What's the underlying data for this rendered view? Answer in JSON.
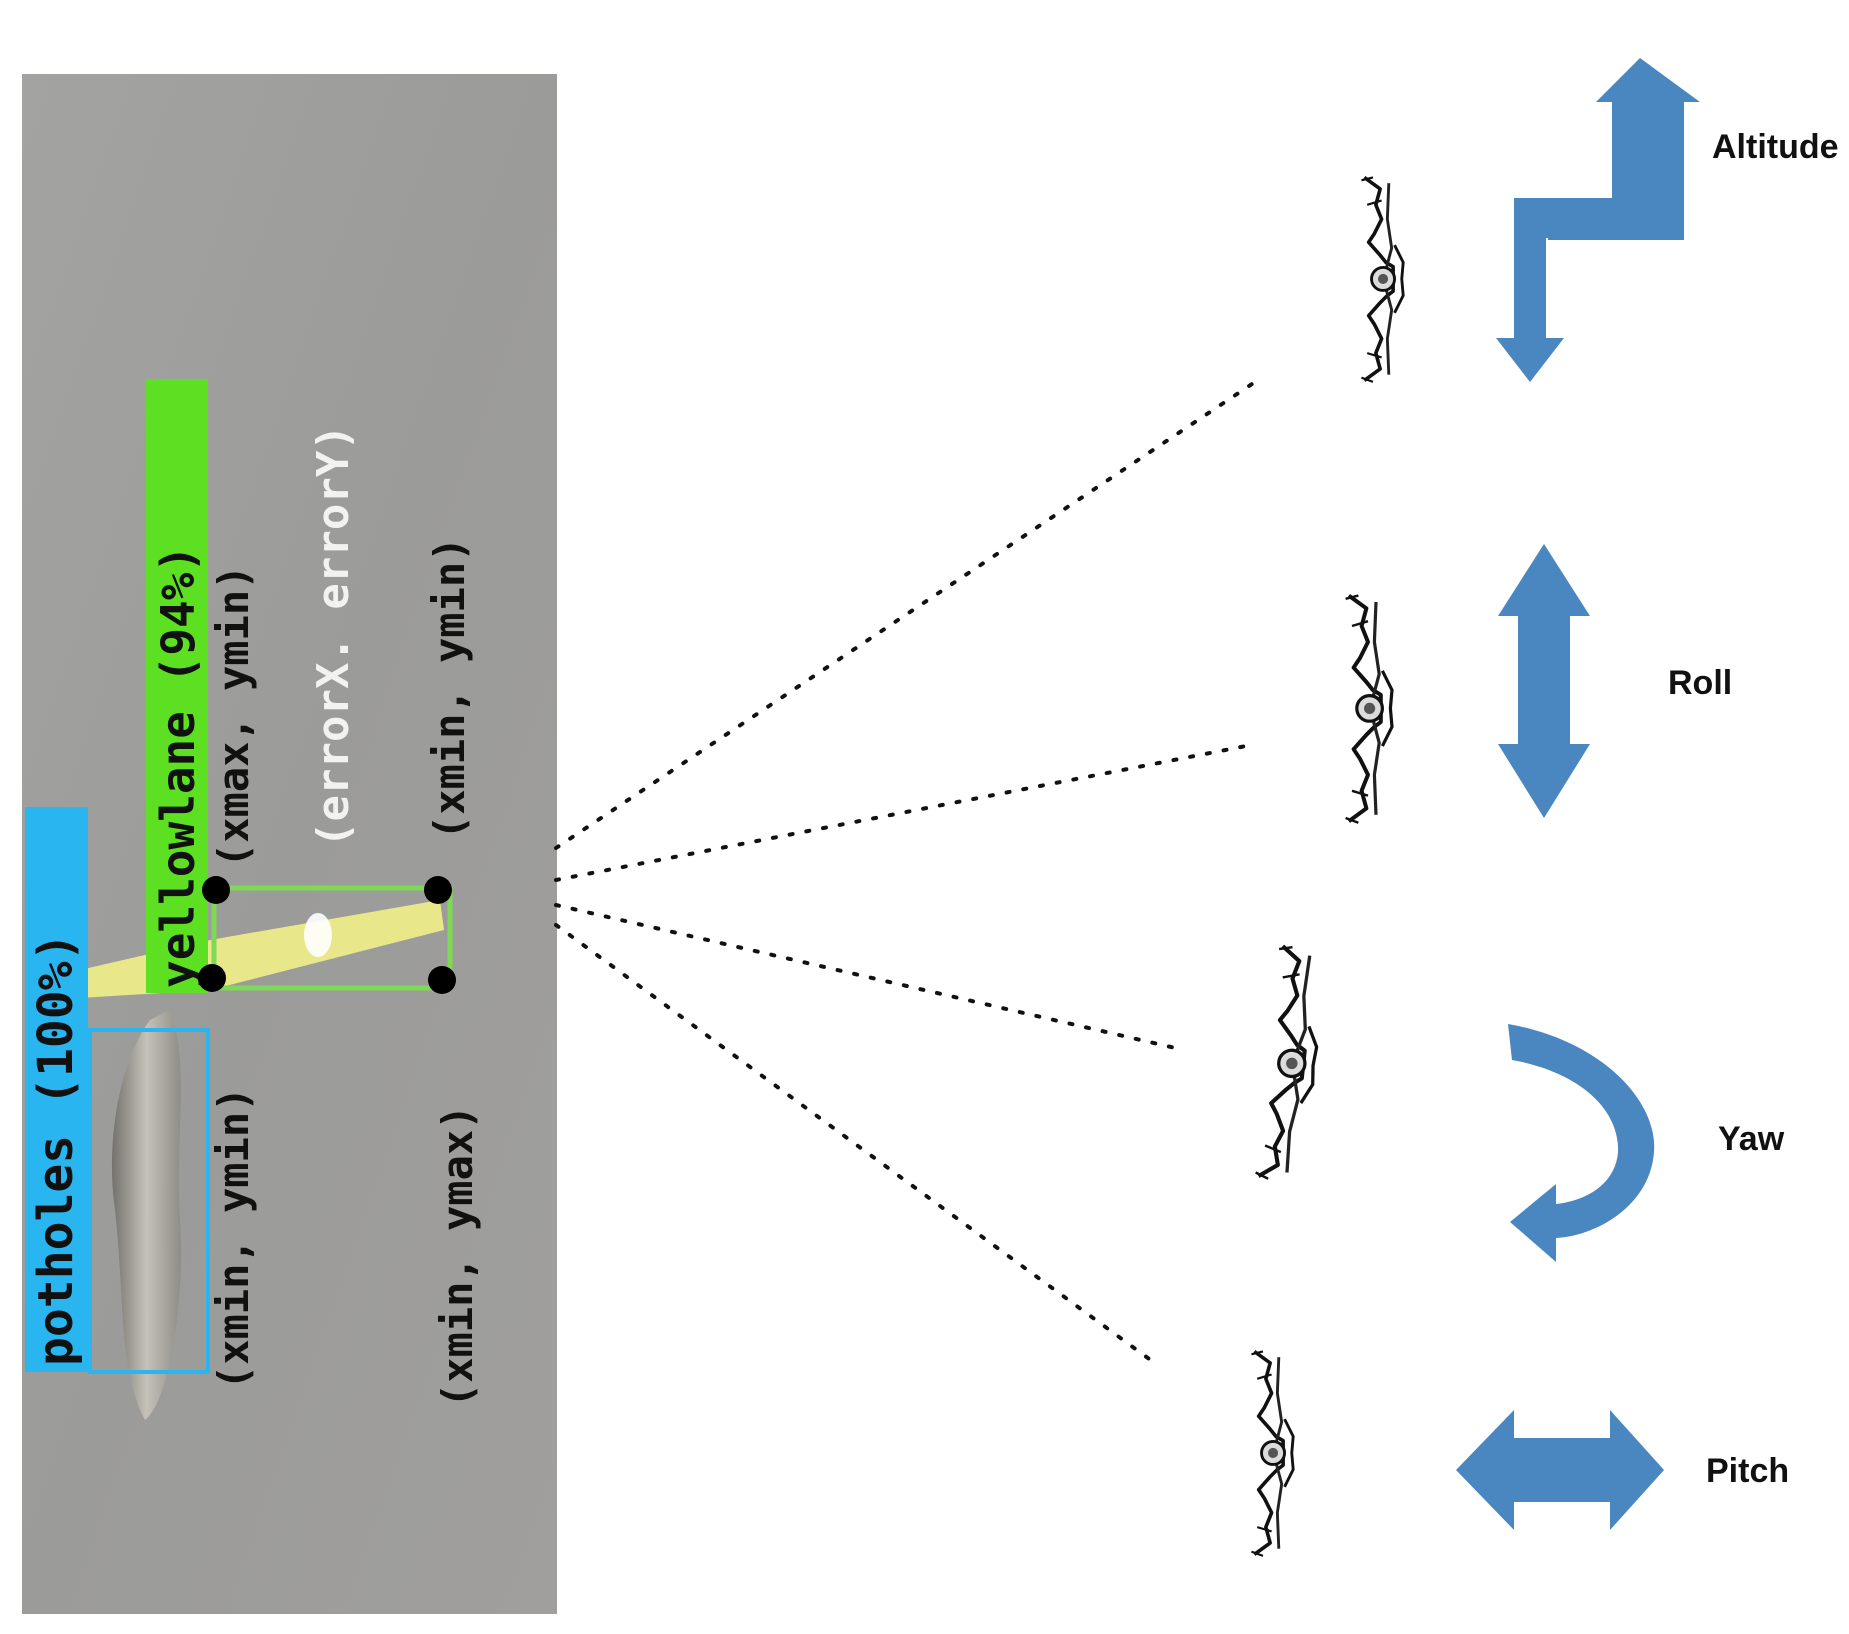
{
  "detection": {
    "pothole_label": "potholes (100%)",
    "yellowlane_label": "yellowlane (94%)",
    "error_label": "(errorX. errorY)",
    "corner_xmax_ymin": "(xmax, ymin)",
    "corner_xmin_ymin": "(xmin, ymin)",
    "corner_xmin_ymin_right": "(xmin, ymin)",
    "corner_xmin_ymax": "(xmin, ymax)",
    "colors": {
      "pothole_box": "#29b6f0",
      "lane_label_bg": "#5ce021",
      "lane_box": "#7ed957",
      "background": "#9c9c9a",
      "lane_paint": "#e8e88a"
    }
  },
  "controls": [
    {
      "name": "altitude",
      "label": "Altitude",
      "icon": "l-shaped-vertical-arrow"
    },
    {
      "name": "roll",
      "label": "Roll",
      "icon": "double-vertical-arrow"
    },
    {
      "name": "yaw",
      "label": "Yaw",
      "icon": "curved-u-turn-arrow"
    },
    {
      "name": "pitch",
      "label": "Pitch",
      "icon": "double-horizontal-arrow"
    }
  ],
  "arrow_color": "#4a86c0",
  "drone_icon": "quadcopter-drone-icon"
}
